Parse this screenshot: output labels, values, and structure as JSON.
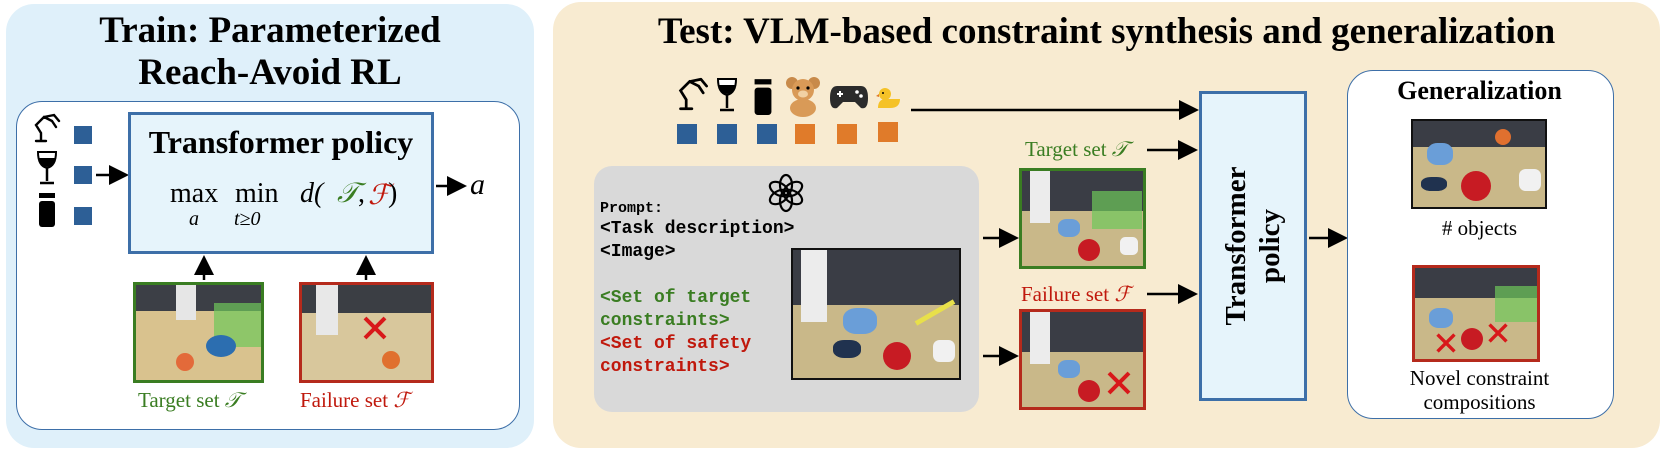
{
  "left_panel": {
    "title_line1": "Train: Parameterized",
    "title_line2": "Reach-Avoid RL",
    "policy_title": "Transformer policy",
    "formula": {
      "max": "max",
      "max_sub": "a",
      "min": "min",
      "min_sub": "t≥0",
      "d": "d(",
      "target_sym": "𝒯",
      "comma": ",",
      "failure_sym": "ℱ",
      "close": ")"
    },
    "action_label": "a",
    "target_label": "Target set",
    "target_sym": "𝒯",
    "failure_label": "Failure set",
    "failure_sym": "ℱ"
  },
  "right_panel": {
    "title": "Test: VLM-based constraint synthesis and generalization",
    "prompt": {
      "line1": "Prompt:",
      "line2": "<Task description>",
      "line3": "<Image>",
      "line4": "<Set of target",
      "line5": "constraints>",
      "line6": "<Set of safety",
      "line7": "constraints>"
    },
    "target_label": "Target set",
    "target_sym": "𝒯",
    "failure_label": "Failure set",
    "failure_sym": "ℱ",
    "policy_line1": "Transformer",
    "policy_line2": "policy",
    "generalization": {
      "title": "Generalization",
      "caption1": "# objects",
      "caption2_line1": "Novel constraint",
      "caption2_line2": "compositions"
    }
  },
  "colors": {
    "blue_square": "#2d5f96",
    "orange_square": "#e07b2a",
    "target_green": "#3a7d22",
    "failure_red": "#c0180c",
    "box_border": "#3d6fa8"
  },
  "icons": [
    "robot-arm-icon",
    "wine-glass-icon",
    "bottle-icon",
    "teddy-bear-icon",
    "gamepad-icon",
    "rubber-duck-icon",
    "openai-logo-icon"
  ]
}
